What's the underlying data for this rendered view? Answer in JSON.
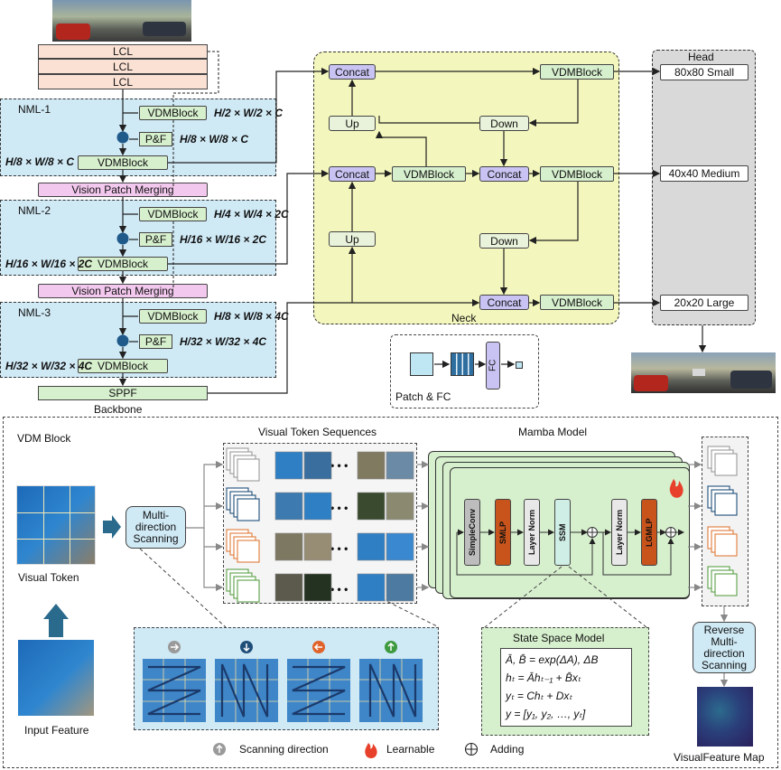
{
  "backbone": {
    "lcl": [
      "LCL",
      "LCL",
      "LCL"
    ],
    "nml1": {
      "title": "NML-1",
      "vdm_top": "VDMBlock",
      "vdm_bottom": "VDMBlock",
      "pf": "P&F",
      "dim_top": "H/2 × W/2 × C",
      "dim_mid": "H/8 × W/8 × C",
      "dim_left": "H/8 × W/8 × C"
    },
    "vpm1": "Vision Patch Merging",
    "nml2": {
      "title": "NML-2",
      "vdm_top": "VDMBlock",
      "vdm_bottom": "VDMBlock",
      "pf": "P&F",
      "dim_top": "H/4 × W/4 × 2C",
      "dim_mid": "H/16 × W/16 × 2C",
      "dim_left": "H/16 × W/16 × 2C"
    },
    "vpm2": "Vision Patch Merging",
    "nml3": {
      "title": "NML-3",
      "vdm_top": "VDMBlock",
      "vdm_bottom": "VDMBlock",
      "pf": "P&F",
      "dim_top": "H/8 × W/8 × 4C",
      "dim_mid": "H/32 × W/32 × 4C",
      "dim_left": "H/32 × W/32 × 4C"
    },
    "sppf": "SPPF",
    "label": "Backbone"
  },
  "neck": {
    "label": "Neck",
    "concat": "Concat",
    "up": "Up",
    "down": "Down",
    "vdm": "VDMBlock"
  },
  "head": {
    "title": "Head",
    "outputs": [
      "80x80 Small",
      "40x40 Medium",
      "20x20 Large"
    ]
  },
  "patch_fc": {
    "label": "Patch & FC",
    "fc": "FC"
  },
  "vdm_block": {
    "title": "VDM Block",
    "visual_token": "Visual Token",
    "input_feature": "Input Feature",
    "multi_direction": "Multi-\ndirection\nScanning",
    "visual_token_sequences": "Visual Token Sequences",
    "mamba_model": "Mamba Model",
    "layers": [
      "SimpleConv",
      "SMLP",
      "Layer Norm",
      "SSM",
      "Layer Norm",
      "LGMLP"
    ],
    "reverse": "Reverse\nMulti-\ndirection\nScanning",
    "visual_feature_map": "VisualFeature Map",
    "ssm_title": "State Space Model",
    "ssm_eq": [
      "Ā, B̄ = exp(ΔA), ΔB",
      "hₜ = Āhₜ₋₁ + B̄xₜ",
      "yₜ = Chₜ + Dxₜ",
      "y = [y₁, y₂, …, yₜ]"
    ],
    "ellipsis": "• • •"
  },
  "legend": {
    "scanning": "Scanning direction",
    "learnable": "Learnable",
    "adding": "Adding"
  },
  "colors": {
    "nml": "#cfe9f5",
    "vdm": "#d6efcd",
    "vpm": "#f3c8ee",
    "neck": "#f4f7bd",
    "concat": "#c8c3f2",
    "head": "#d9d9d9",
    "smlp": "#c8541b",
    "ssm": "#cfeee5"
  }
}
